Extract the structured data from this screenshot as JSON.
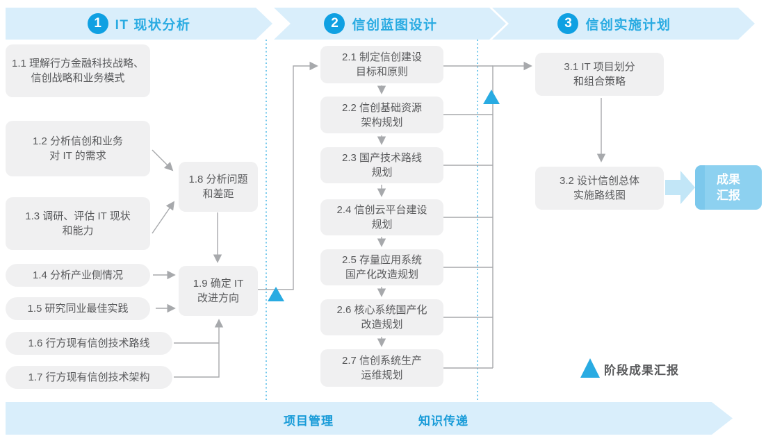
{
  "colors": {
    "accent": "#29abe2",
    "accent-dark": "#189bd8",
    "band": "#d9eefb",
    "circle": "#0fa0e2",
    "box-bg": "#f0f0f1",
    "box-text": "#58595b",
    "line": "#a7a9ac",
    "result-bg": "#8dd1f0",
    "result-stripe": "#7cc8ec",
    "big-arrow": "#c2e6f7"
  },
  "header": {
    "phases": [
      {
        "num": "1",
        "title": "IT 现状分析"
      },
      {
        "num": "2",
        "title": "信创蓝图设计"
      },
      {
        "num": "3",
        "title": "信创实施计划"
      }
    ]
  },
  "nodes": {
    "n11": {
      "l1": "1.1 理解行方金融科技战略、",
      "l2": "信创战略和业务模式"
    },
    "n12": {
      "l1": "1.2 分析信创和业务",
      "l2": "对 IT 的需求"
    },
    "n13": {
      "l1": "1.3 调研、评估 IT 现状",
      "l2": "和能力"
    },
    "n14": {
      "l1": "1.4 分析产业侧情况"
    },
    "n15": {
      "l1": "1.5 研究同业最佳实践"
    },
    "n16": {
      "l1": "1.6 行方现有信创技术路线"
    },
    "n17": {
      "l1": "1.7 行方现有信创技术架构"
    },
    "n18": {
      "l1": "1.8 分析问题",
      "l2": "和差距"
    },
    "n19": {
      "l1": "1.9 确定 IT",
      "l2": "改进方向"
    },
    "n21": {
      "l1": "2.1 制定信创建设",
      "l2": "目标和原则"
    },
    "n22": {
      "l1": "2.2 信创基础资源",
      "l2": "架构规划"
    },
    "n23": {
      "l1": "2.3 国产技术路线",
      "l2": "规划"
    },
    "n24": {
      "l1": "2.4 信创云平台建设",
      "l2": "规划"
    },
    "n25": {
      "l1": "2.5 存量应用系统",
      "l2": "国产化改造规划"
    },
    "n26": {
      "l1": "2.6 核心系统国产化",
      "l2": "改造规划"
    },
    "n27": {
      "l1": "2.7 信创系统生产",
      "l2": "运维规划"
    },
    "n31": {
      "l1": "3.1 IT 项目划分",
      "l2": "和组合策略"
    },
    "n32": {
      "l1": "3.2 设计信创总体",
      "l2": "实施路线图"
    }
  },
  "result": {
    "l1": "成果",
    "l2": "汇报"
  },
  "legend": {
    "label": "阶段成果汇报"
  },
  "footer": {
    "items": [
      "项目管理",
      "知识传递"
    ]
  }
}
